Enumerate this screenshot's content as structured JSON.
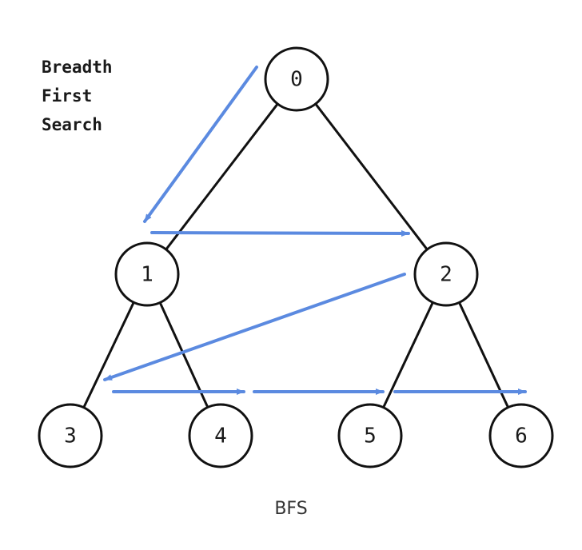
{
  "diagram": {
    "title_lines": [
      "Breadth",
      "First",
      "Search"
    ],
    "caption": "BFS",
    "colors": {
      "edge": "#111111",
      "arrow": "#5b8ae0",
      "node_fill": "#ffffff",
      "node_stroke": "#111111",
      "text": "#1a1a1a"
    },
    "nodes": [
      {
        "id": "0",
        "label": "0"
      },
      {
        "id": "1",
        "label": "1"
      },
      {
        "id": "2",
        "label": "2"
      },
      {
        "id": "3",
        "label": "3"
      },
      {
        "id": "4",
        "label": "4"
      },
      {
        "id": "5",
        "label": "5"
      },
      {
        "id": "6",
        "label": "6"
      }
    ],
    "edges": [
      {
        "from": "0",
        "to": "1"
      },
      {
        "from": "0",
        "to": "2"
      },
      {
        "from": "1",
        "to": "3"
      },
      {
        "from": "1",
        "to": "4"
      },
      {
        "from": "2",
        "to": "5"
      },
      {
        "from": "2",
        "to": "6"
      }
    ],
    "traversal_order": [
      "0",
      "1",
      "2",
      "3",
      "4",
      "5",
      "6"
    ]
  }
}
